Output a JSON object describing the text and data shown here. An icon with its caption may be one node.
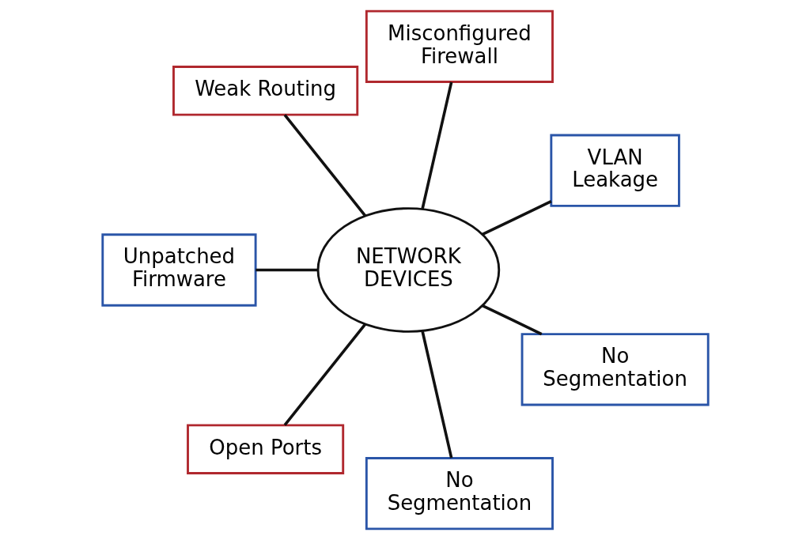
{
  "diagram": {
    "nodes": [
      {
        "text": [
          "VLAN Leakage"
        ]
      },
      {
        "text": [
          "Misconfigured Firewall"
        ]
      },
      {
        "text": [
          "Weak Routing"
        ]
      },
      {
        "text": [
          "NETWORK DEVICES"
        ]
      },
      {
        "text": [
          "Unpatched Firmware"
        ]
      },
      {
        "text": [
          "Open Ports"
        ]
      },
      {
        "text": [
          "No Segmentation"
        ]
      },
      {
        "text": [
          "No Segmentation"
        ]
      }
    ],
    "edges": [
      {
        "from": 3,
        "to": 0,
        "arrow": "none"
      },
      {
        "from": 3,
        "to": 2,
        "arrow": "none"
      },
      {
        "from": 3,
        "to": 5,
        "arrow": "none"
      },
      {
        "from": 3,
        "to": 7,
        "arrow": "none"
      },
      {
        "from": 3,
        "to": 6,
        "arrow": "none"
      },
      {
        "from": 3,
        "to": 4,
        "arrow": "none"
      },
      {
        "from": 3,
        "to": 1,
        "arrow": "none"
      }
    ]
  }
}
